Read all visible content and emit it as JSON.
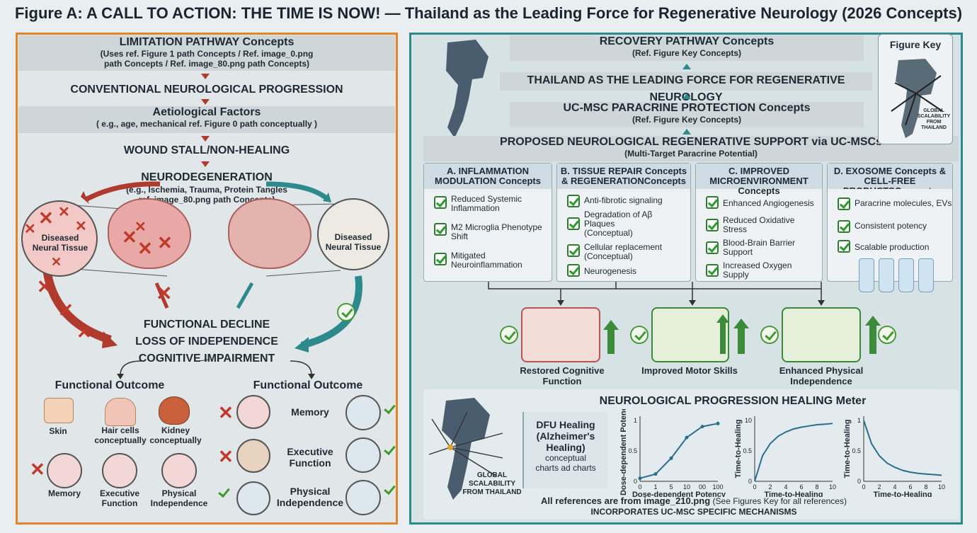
{
  "title": "Figure A: A CALL TO ACTION: THE TIME IS NOW! — Thailand as the Leading Force for Regenerative Neurology (2026 Concepts)",
  "left": {
    "limitation_title": "LIMITATION PATHWAY Concepts",
    "limitation_sub1": "(Uses ref. Figure 1 path Concepts / Ref. image_0.png",
    "limitation_sub2": "path Concepts / Ref. image_80.png path Concepts)",
    "conventional": "CONVENTIONAL NEUROLOGICAL PROGRESSION",
    "aetiological": "Aetiological Factors",
    "aetiological_sub": "( e.g., age, mechanical ref. Figure 0 path conceptually )",
    "wound": "WOUND STALL/NON-HEALING",
    "neuro": "NEURODEGENERATION",
    "neuro_sub1": "(e.g., Ischemia, Trauma, Protein Tangles",
    "neuro_sub2": "ref. image_80.png path Concepts)",
    "diseased_left": "Diseased Neural Tissue",
    "diseased_right": "Diseased Neural Tissue",
    "decline1": "FUNCTIONAL DECLINE",
    "decline2": "LOSS OF INDEPENDENCE",
    "decline3": "COGNITIVE IMPAIRMENT",
    "outcome_left": "Functional Outcome",
    "outcome_right": "Functional Outcome",
    "left_items": [
      {
        "label": "Skin",
        "icon": "skin-icon"
      },
      {
        "label": "Hair cells conceptually",
        "icon": "hair-cells-icon"
      },
      {
        "label": "Kidney conceptually",
        "icon": "kidney-icon"
      },
      {
        "label": "Memory",
        "icon": "brain-icon"
      },
      {
        "label": "Executive Function",
        "icon": "brain-icon"
      },
      {
        "label": "Physical Independence",
        "icon": "walking-person-icon"
      }
    ],
    "right_items": [
      {
        "label": "Memory"
      },
      {
        "label": "Executive Function"
      },
      {
        "label": "Physical Independence"
      }
    ]
  },
  "right": {
    "recovery_title": "RECOVERY PATHWAY Concepts",
    "recovery_sub": "(Ref. Figure Key Concepts)",
    "thailand": "THAILAND AS THE LEADING FORCE FOR REGENERATIVE NEUROLOGY",
    "ucmsc": "UC-MSC PARACRINE PROTECTION Concepts",
    "ucmsc_sub": "(Ref. Figure Key Concepts)",
    "proposed": "PROPOSED NEUROLOGICAL REGENERATIVE SUPPORT via UC-MSCs",
    "proposed_sub": "(Multi-Target Paracrine Potential)",
    "figure_key": "Figure Key",
    "key_caption": "GLOBAL SCALABILITY FROM THAILAND",
    "columns": [
      {
        "title": "A. INFLAMMATION MODULATION Concepts",
        "items": [
          "Reduced Systemic Inflammation",
          "M2 Microglia Phenotype Shift",
          "Mitigated Neuroinflammation"
        ]
      },
      {
        "title": "B. TISSUE REPAIR Concepts & REGENERATIONConcepts",
        "items": [
          "Anti-fibrotic signaling",
          "Degradation of Aβ Plaques (Conceptual)",
          "Cellular replacement (Conceptual)",
          "Neurogenesis"
        ]
      },
      {
        "title": "C. IMPROVED MICROENVIRONMENT Concepts",
        "items": [
          "Enhanced Angiogenesis",
          "Reduced Oxidative Stress",
          "Blood-Brain Barrier Support",
          "Increased Oxygen Supply"
        ]
      },
      {
        "title": "D. EXOSOME Concepts & CELL-FREE PRODUCTSConcepts",
        "items": [
          "Paracrine molecules, EVs",
          "Consistent potency",
          "Scalable production"
        ]
      }
    ],
    "outcomes": [
      "Restored Cognitive Function",
      "Improved Motor Skills",
      "Enhanced Physical Independence"
    ],
    "meter_title": "NEUROLOGICAL PROGRESSION HEALING Meter",
    "meter_caption": "GLOBAL SCALABILITY FROM THAILAND",
    "dfu1": "DFU Healing",
    "dfu2": "(Alzheimer's",
    "dfu3": "Healing)",
    "dfu4": "conceptual",
    "dfu5": "charts ad charts",
    "refs_prefix": "All references are from image_210.png",
    "refs_suffix": "(See Figures Key for all references)",
    "incorporates": "INCORPORATES UC-MSC SPECIFIC MECHANISMS"
  },
  "chart_data": [
    {
      "type": "line",
      "ylabel": "Dose-dependent Potency",
      "xlabel": "Dose-dependent Potency",
      "x_ticks": [
        "0",
        "1",
        "5",
        "10",
        "00",
        "100"
      ],
      "y_ticks": [
        "0",
        "0.5",
        "1"
      ],
      "x": [
        0,
        1,
        2,
        3,
        4,
        5
      ],
      "y": [
        0.05,
        0.12,
        0.38,
        0.72,
        0.9,
        0.95
      ]
    },
    {
      "type": "line",
      "ylabel": "Time-to-Healing",
      "xlabel": "Time-to-Healing",
      "x_ticks": [
        "0",
        "2",
        "4",
        "6",
        "8",
        "10"
      ],
      "y_ticks": [
        "0",
        "0.5",
        "10"
      ],
      "x": [
        0,
        1,
        2,
        3,
        4,
        5,
        6,
        7,
        8,
        9,
        10
      ],
      "y": [
        0,
        0.42,
        0.62,
        0.74,
        0.81,
        0.86,
        0.89,
        0.91,
        0.93,
        0.94,
        0.95
      ]
    },
    {
      "type": "line",
      "ylabel": "Time-to-Healing",
      "xlabel": "Time-to-Healing",
      "x_ticks": [
        "0",
        "2",
        "4",
        "6",
        "8",
        "10"
      ],
      "y_ticks": [
        "0",
        "0.5",
        "1"
      ],
      "x": [
        0,
        1,
        2,
        3,
        4,
        5,
        6,
        7,
        8,
        9,
        10
      ],
      "y": [
        1,
        0.62,
        0.42,
        0.3,
        0.23,
        0.18,
        0.15,
        0.13,
        0.12,
        0.11,
        0.1
      ]
    }
  ],
  "colors": {
    "left_accent": "#e2842c",
    "right_accent": "#2c8a8c",
    "check_green": "#3f9a2e",
    "cross_red": "#c0392b"
  }
}
